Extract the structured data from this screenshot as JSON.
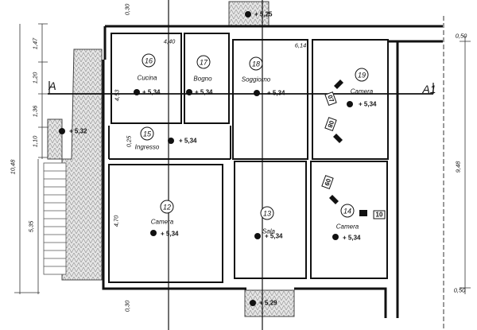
{
  "section": {
    "start": "A",
    "end": "A1"
  },
  "rooms": [
    {
      "number": "16",
      "name": "Cucina",
      "level": "+ 5,34"
    },
    {
      "number": "17",
      "name": "Bogno",
      "level": "+ 5,34"
    },
    {
      "number": "18",
      "name": "Soggiorno",
      "level": "+ 5,34"
    },
    {
      "number": "19",
      "name": "Camera",
      "level": "+ 5,34"
    },
    {
      "number": "15",
      "name": "Ingresso",
      "level": "+ 5,34"
    },
    {
      "number": "12",
      "name": "Camera",
      "level": "+ 5,34"
    },
    {
      "number": "13",
      "name": "Sala",
      "level": "+ 5,34"
    },
    {
      "number": "14",
      "name": "Camera",
      "level": "+ 5,34"
    }
  ],
  "external_levels": {
    "terrace": "+ 5,32",
    "top_balcony": "+ 5,25",
    "bottom_balcony": "+ 5,29"
  },
  "dimensions": {
    "total_left": "10,48",
    "lower_left": "5,35",
    "segments_left": [
      "1,47",
      "1,20",
      "1,36",
      "1,10"
    ],
    "top_offset": "0,30",
    "bottom_offset": "0,30",
    "kitchen_width": "4,40",
    "living_width": "6,14",
    "kitchen_depth": "4,53",
    "entrance_gap": "0,25",
    "bedroom_depth": "4,70",
    "right_top": "0,50",
    "right_total": "9,48",
    "right_bottom": "0,50"
  },
  "photo_tags": [
    "07",
    "08",
    "09",
    "10"
  ]
}
